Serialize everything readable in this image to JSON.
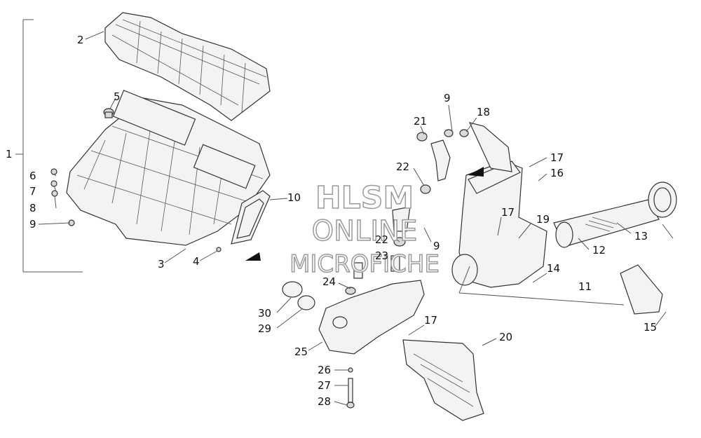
{
  "watermark": {
    "line1": "HLSM",
    "line2": "ONLINE",
    "line3": "MICROFICHE"
  },
  "callouts": [
    "1",
    "2",
    "3",
    "4",
    "5",
    "6",
    "7",
    "8",
    "9",
    "10",
    "11",
    "12",
    "13",
    "14",
    "15",
    "16",
    "17",
    "18",
    "19",
    "20",
    "21",
    "22",
    "23",
    "24",
    "25",
    "26",
    "27",
    "28",
    "29",
    "30"
  ],
  "labels": {
    "c1": "1",
    "c2": "2",
    "c3": "3",
    "c4": "4",
    "c5": "5",
    "c6": "6",
    "c7": "7",
    "c8": "8",
    "c9a": "9",
    "c10": "10",
    "c9b": "9",
    "c18": "18",
    "c21": "21",
    "c17a": "17",
    "c16": "16",
    "c22a": "22",
    "c17b": "17",
    "c19": "19",
    "c13": "13",
    "c12": "12",
    "c9c": "9",
    "c22b": "22",
    "c23": "23",
    "c14": "14",
    "c11": "11",
    "c24": "24",
    "c30": "30",
    "c29": "29",
    "c17c": "17",
    "c20": "20",
    "c25": "25",
    "c15": "15",
    "c26": "26",
    "c27": "27",
    "c28": "28"
  },
  "colors": {
    "line": "#333333",
    "fill": "#f3f3f3",
    "watermark_outline": "#9a9a9a"
  }
}
